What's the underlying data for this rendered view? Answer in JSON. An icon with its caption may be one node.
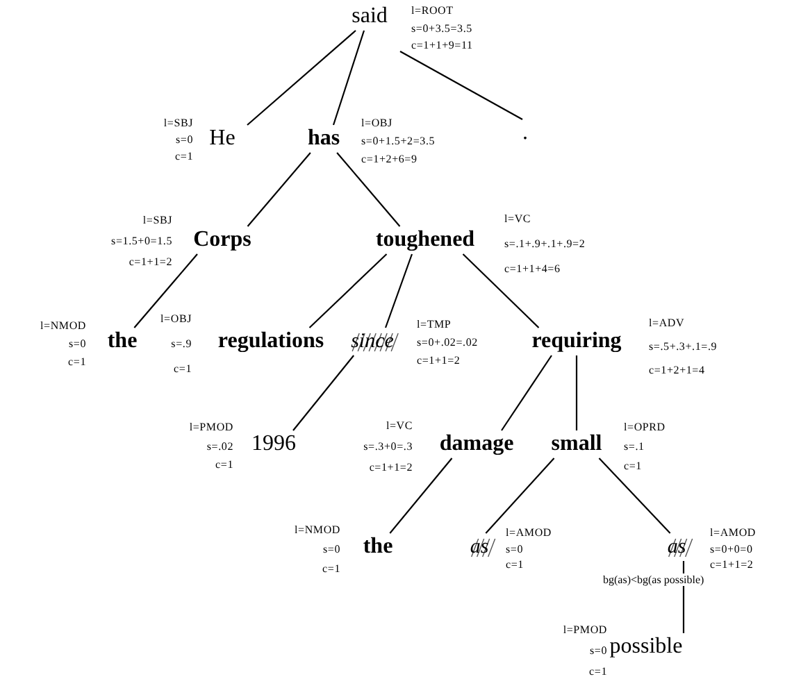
{
  "diagram": {
    "nodes": [
      {
        "text": [
          "said"
        ],
        "beside": [
          "l=ROOT",
          "s=0+3.5=3.5",
          "c=1+1+9=11"
        ]
      },
      {
        "text": [
          "He"
        ],
        "beside": [
          "l=SBJ",
          "s=0",
          "c=1"
        ]
      },
      {
        "text": [
          "has"
        ],
        "beside": [
          "l=OBJ",
          "s=0+1.5+2=3.5",
          "c=1+2+6=9"
        ]
      },
      {
        "text": [
          "."
        ]
      },
      {
        "text": [
          "Corps"
        ],
        "beside": [
          "l=SBJ",
          "s=1.5+0=1.5",
          "c=1+1=2"
        ]
      },
      {
        "text": [
          "toughened"
        ],
        "beside": [
          "l=VC",
          "s=.1+.9+.1+.9=2",
          "c=1+1+4=6"
        ]
      },
      {
        "text": [
          "the"
        ],
        "beside": [
          "l=NMOD",
          "s=0",
          "c=1"
        ]
      },
      {
        "text": [
          "regulations"
        ],
        "beside": [
          "l=OBJ",
          "s=.9",
          "c=1"
        ]
      },
      {
        "text": [
          "since"
        ],
        "beside": [
          "l=TMP",
          "s=0+.02=.02",
          "c=1+1=2"
        ]
      },
      {
        "text": [
          "requiring"
        ],
        "beside": [
          "l=ADV",
          "s=.5+.3+.1=.9",
          "c=1+2+1=4"
        ]
      },
      {
        "text": [
          "1996"
        ],
        "beside": [
          "l=PMOD",
          "s=.02",
          "c=1"
        ]
      },
      {
        "text": [
          "damage"
        ],
        "beside": [
          "l=VC",
          "s=.3+0=.3",
          "c=1+1=2"
        ]
      },
      {
        "text": [
          "small"
        ],
        "beside": [
          "l=OPRD",
          "s=.1",
          "c=1"
        ]
      },
      {
        "text": [
          "the"
        ],
        "beside": [
          "l=NMOD",
          "s=0",
          "c=1"
        ]
      },
      {
        "text": [
          "as"
        ],
        "beside": [
          "l=AMOD",
          "s=0",
          "c=1"
        ]
      },
      {
        "text": [
          "as"
        ],
        "beside": [
          "l=AMOD",
          "s=0+0=0",
          "c=1+1=2"
        ]
      },
      {
        "text": [
          "possible"
        ],
        "beside": [
          "l=PMOD",
          "s=0",
          "c=1"
        ]
      }
    ],
    "edges": [
      {
        "from": 0,
        "to": 1,
        "arrow": "none"
      },
      {
        "from": 0,
        "to": 2,
        "arrow": "none"
      },
      {
        "from": 0,
        "to": 3,
        "arrow": "none"
      },
      {
        "from": 2,
        "to": 4,
        "arrow": "none"
      },
      {
        "from": 2,
        "to": 5,
        "arrow": "none"
      },
      {
        "from": 4,
        "to": 6,
        "arrow": "none"
      },
      {
        "from": 5,
        "to": 7,
        "arrow": "none"
      },
      {
        "from": 5,
        "to": 8,
        "arrow": "none"
      },
      {
        "from": 5,
        "to": 9,
        "arrow": "none"
      },
      {
        "from": 8,
        "to": 10,
        "arrow": "none"
      },
      {
        "from": 9,
        "to": 11,
        "arrow": "none"
      },
      {
        "from": 9,
        "to": 12,
        "arrow": "none"
      },
      {
        "from": 11,
        "to": 13,
        "arrow": "none"
      },
      {
        "from": 12,
        "to": 14,
        "arrow": "none"
      },
      {
        "from": 12,
        "to": 15,
        "arrow": "none"
      },
      {
        "from": 15,
        "to": 16,
        "arrow": "none"
      }
    ],
    "labels": [
      "bg(as)<bg(as possible)"
    ]
  }
}
